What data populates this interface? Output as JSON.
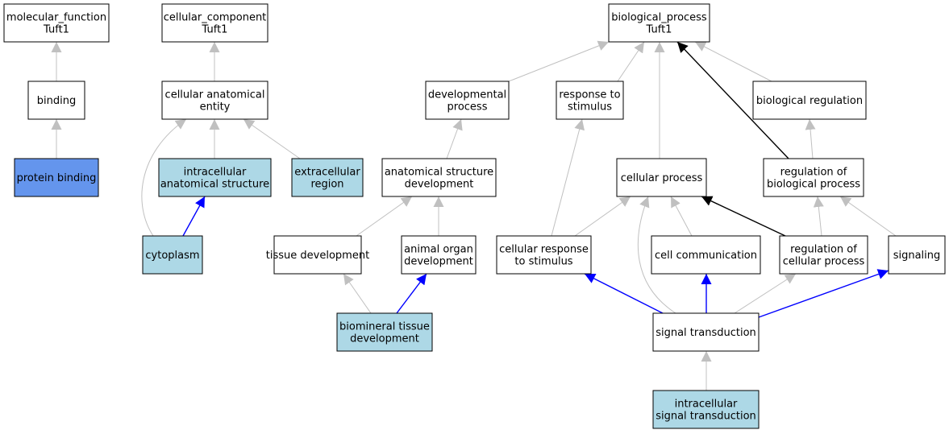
{
  "colors": {
    "default_fill": "#ffffff",
    "light_blue_fill": "#add8e6",
    "strong_blue_fill": "#6495ed",
    "node_border": "#000000",
    "edge_gray": "#c0c0c0",
    "edge_black": "#000000",
    "edge_blue": "#0000ff"
  },
  "nodes": [
    {
      "id": "mf",
      "name": "node-molecular-function",
      "lines": [
        "molecular_function",
        "Tuft1"
      ],
      "fill": "default"
    },
    {
      "id": "cc",
      "name": "node-cellular-component",
      "lines": [
        "cellular_component",
        "Tuft1"
      ],
      "fill": "default"
    },
    {
      "id": "bp",
      "name": "node-biological-process",
      "lines": [
        "biological_process",
        "Tuft1"
      ],
      "fill": "default"
    },
    {
      "id": "binding",
      "name": "node-binding",
      "lines": [
        "binding"
      ],
      "fill": "default"
    },
    {
      "id": "cae",
      "name": "node-cellular-anatomical-entity",
      "lines": [
        "cellular anatomical",
        "entity"
      ],
      "fill": "default"
    },
    {
      "id": "devproc",
      "name": "node-developmental-process",
      "lines": [
        "developmental",
        "process"
      ],
      "fill": "default"
    },
    {
      "id": "resp",
      "name": "node-response-to-stimulus",
      "lines": [
        "response to",
        "stimulus"
      ],
      "fill": "default"
    },
    {
      "id": "bioreg",
      "name": "node-biological-regulation",
      "lines": [
        "biological regulation"
      ],
      "fill": "default"
    },
    {
      "id": "protbind",
      "name": "node-protein-binding",
      "lines": [
        "protein binding"
      ],
      "fill": "strong"
    },
    {
      "id": "ias",
      "name": "node-intracellular-anatomical-structure",
      "lines": [
        "intracellular",
        "anatomical structure"
      ],
      "fill": "light"
    },
    {
      "id": "extra",
      "name": "node-extracellular-region",
      "lines": [
        "extracellular",
        "region"
      ],
      "fill": "light"
    },
    {
      "id": "asd",
      "name": "node-anatomical-structure-development",
      "lines": [
        "anatomical structure",
        "development"
      ],
      "fill": "default"
    },
    {
      "id": "cellproc",
      "name": "node-cellular-process",
      "lines": [
        "cellular process"
      ],
      "fill": "default"
    },
    {
      "id": "regbio",
      "name": "node-regulation-of-biological-process",
      "lines": [
        "regulation of",
        "biological process"
      ],
      "fill": "default"
    },
    {
      "id": "cyto",
      "name": "node-cytoplasm",
      "lines": [
        "cytoplasm"
      ],
      "fill": "light"
    },
    {
      "id": "tissue",
      "name": "node-tissue-development",
      "lines": [
        "tissue development"
      ],
      "fill": "default"
    },
    {
      "id": "organ",
      "name": "node-animal-organ-development",
      "lines": [
        "animal organ",
        "development"
      ],
      "fill": "default"
    },
    {
      "id": "cellresp",
      "name": "node-cellular-response-to-stimulus",
      "lines": [
        "cellular response",
        "to stimulus"
      ],
      "fill": "default"
    },
    {
      "id": "cellcomm",
      "name": "node-cell-communication",
      "lines": [
        "cell communication"
      ],
      "fill": "default"
    },
    {
      "id": "regcell",
      "name": "node-regulation-of-cellular-process",
      "lines": [
        "regulation of",
        "cellular process"
      ],
      "fill": "default"
    },
    {
      "id": "signaling",
      "name": "node-signaling",
      "lines": [
        "signaling"
      ],
      "fill": "default"
    },
    {
      "id": "biomin",
      "name": "node-biomineral-tissue-development",
      "lines": [
        "biomineral tissue",
        "development"
      ],
      "fill": "light"
    },
    {
      "id": "sigtrans",
      "name": "node-signal-transduction",
      "lines": [
        "signal transduction"
      ],
      "fill": "default"
    },
    {
      "id": "intrasig",
      "name": "node-intracellular-signal-transduction",
      "lines": [
        "intracellular",
        "signal transduction"
      ],
      "fill": "light"
    }
  ],
  "edges": [
    {
      "from": "binding",
      "to": "mf",
      "color": "gray"
    },
    {
      "from": "protbind",
      "to": "binding",
      "color": "gray"
    },
    {
      "from": "cae",
      "to": "cc",
      "color": "gray"
    },
    {
      "from": "ias",
      "to": "cae",
      "color": "gray"
    },
    {
      "from": "extra",
      "to": "cae",
      "color": "gray"
    },
    {
      "from": "cyto",
      "to": "cae",
      "color": "gray"
    },
    {
      "from": "cyto",
      "to": "ias",
      "color": "blue"
    },
    {
      "from": "devproc",
      "to": "bp",
      "color": "gray"
    },
    {
      "from": "resp",
      "to": "bp",
      "color": "gray"
    },
    {
      "from": "cellproc",
      "to": "bp",
      "color": "gray"
    },
    {
      "from": "regbio",
      "to": "bp",
      "color": "black"
    },
    {
      "from": "bioreg",
      "to": "bp",
      "color": "gray"
    },
    {
      "from": "asd",
      "to": "devproc",
      "color": "gray"
    },
    {
      "from": "tissue",
      "to": "asd",
      "color": "gray"
    },
    {
      "from": "organ",
      "to": "asd",
      "color": "gray"
    },
    {
      "from": "biomin",
      "to": "tissue",
      "color": "gray"
    },
    {
      "from": "biomin",
      "to": "organ",
      "color": "blue"
    },
    {
      "from": "cellresp",
      "to": "resp",
      "color": "gray"
    },
    {
      "from": "cellresp",
      "to": "cellproc",
      "color": "gray"
    },
    {
      "from": "cellcomm",
      "to": "cellproc",
      "color": "gray"
    },
    {
      "from": "regcell",
      "to": "cellproc",
      "color": "black"
    },
    {
      "from": "sigtrans",
      "to": "cellproc",
      "color": "gray"
    },
    {
      "from": "regbio",
      "to": "bioreg",
      "color": "gray"
    },
    {
      "from": "regcell",
      "to": "regbio",
      "color": "gray"
    },
    {
      "from": "signaling",
      "to": "regbio",
      "color": "gray"
    },
    {
      "from": "sigtrans",
      "to": "cellresp",
      "color": "blue"
    },
    {
      "from": "sigtrans",
      "to": "cellcomm",
      "color": "blue"
    },
    {
      "from": "sigtrans",
      "to": "regcell",
      "color": "gray"
    },
    {
      "from": "sigtrans",
      "to": "signaling",
      "color": "blue"
    },
    {
      "from": "intrasig",
      "to": "sigtrans",
      "color": "gray"
    }
  ]
}
